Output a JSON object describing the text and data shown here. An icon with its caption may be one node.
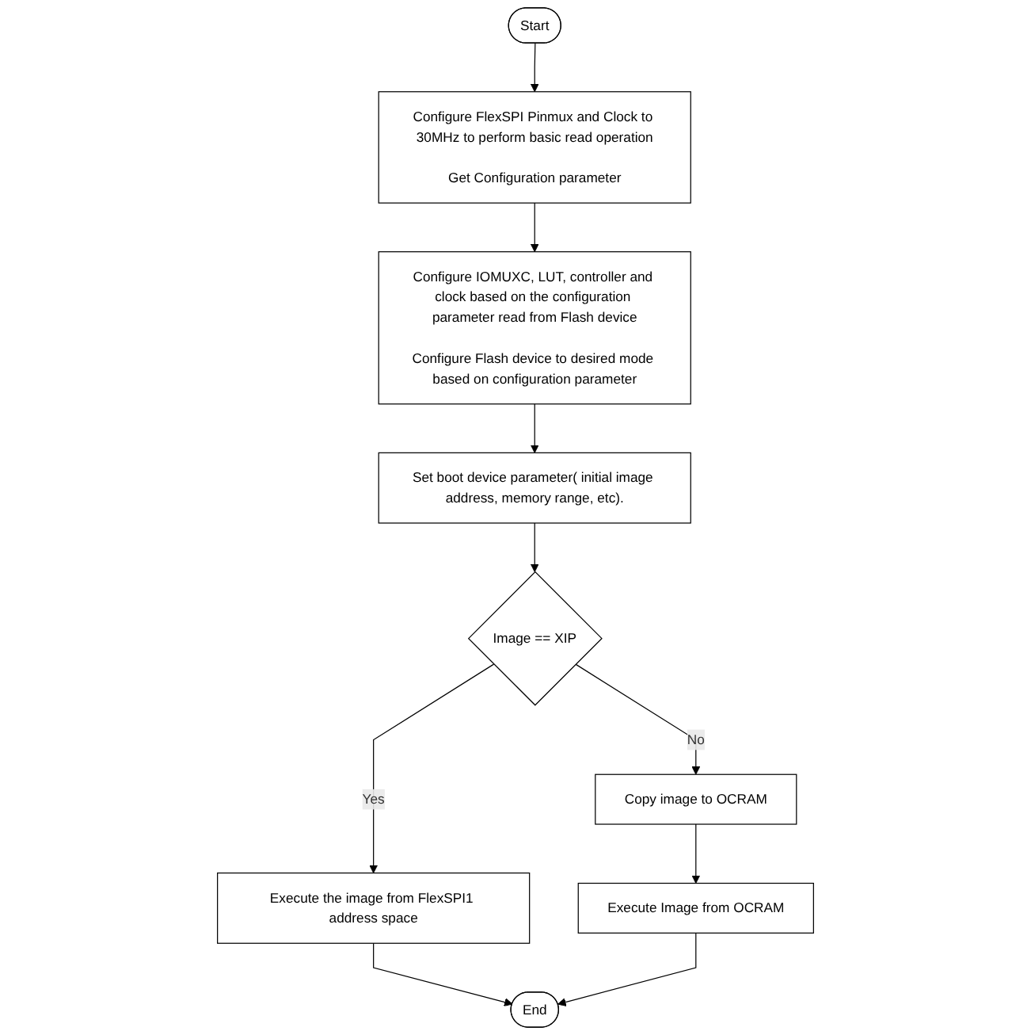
{
  "diagram": {
    "nodes": [
      {
        "text": [
          "Start"
        ]
      },
      {
        "text": [
          "Configure FlexSPI Pinmux and Clock to 30MHz to perform basic read operation",
          "Get Configuration parameter"
        ]
      },
      {
        "text": [
          "Configure IOMUXC, LUT, controller and clock based on the configuration parameter read from Flash device",
          "Configure Flash device to desired mode based on configuration parameter"
        ]
      },
      {
        "text": [
          "Set boot device parameter( initial image address, memory range, etc)."
        ]
      },
      {
        "text": [
          "Image == XIP"
        ]
      },
      {
        "text": [
          "Copy image to OCRAM"
        ]
      },
      {
        "text": [
          "Execute the image from FlexSPI1 address space"
        ]
      },
      {
        "text": [
          "Execute Image from OCRAM"
        ]
      },
      {
        "text": [
          "End"
        ]
      }
    ],
    "edges": [
      {
        "from": 0,
        "to": 1,
        "arrow": "to"
      },
      {
        "from": 1,
        "to": 2,
        "arrow": "to"
      },
      {
        "from": 2,
        "to": 3,
        "arrow": "to"
      },
      {
        "from": 3,
        "to": 4,
        "arrow": "to"
      },
      {
        "from": 4,
        "to": 5,
        "arrow": "to",
        "label": "No"
      },
      {
        "from": 4,
        "to": 6,
        "arrow": "to",
        "label": "Yes"
      },
      {
        "from": 5,
        "to": 7,
        "arrow": "to"
      },
      {
        "from": 6,
        "to": 8,
        "arrow": "to"
      },
      {
        "from": 7,
        "to": 8,
        "arrow": "to"
      }
    ]
  }
}
